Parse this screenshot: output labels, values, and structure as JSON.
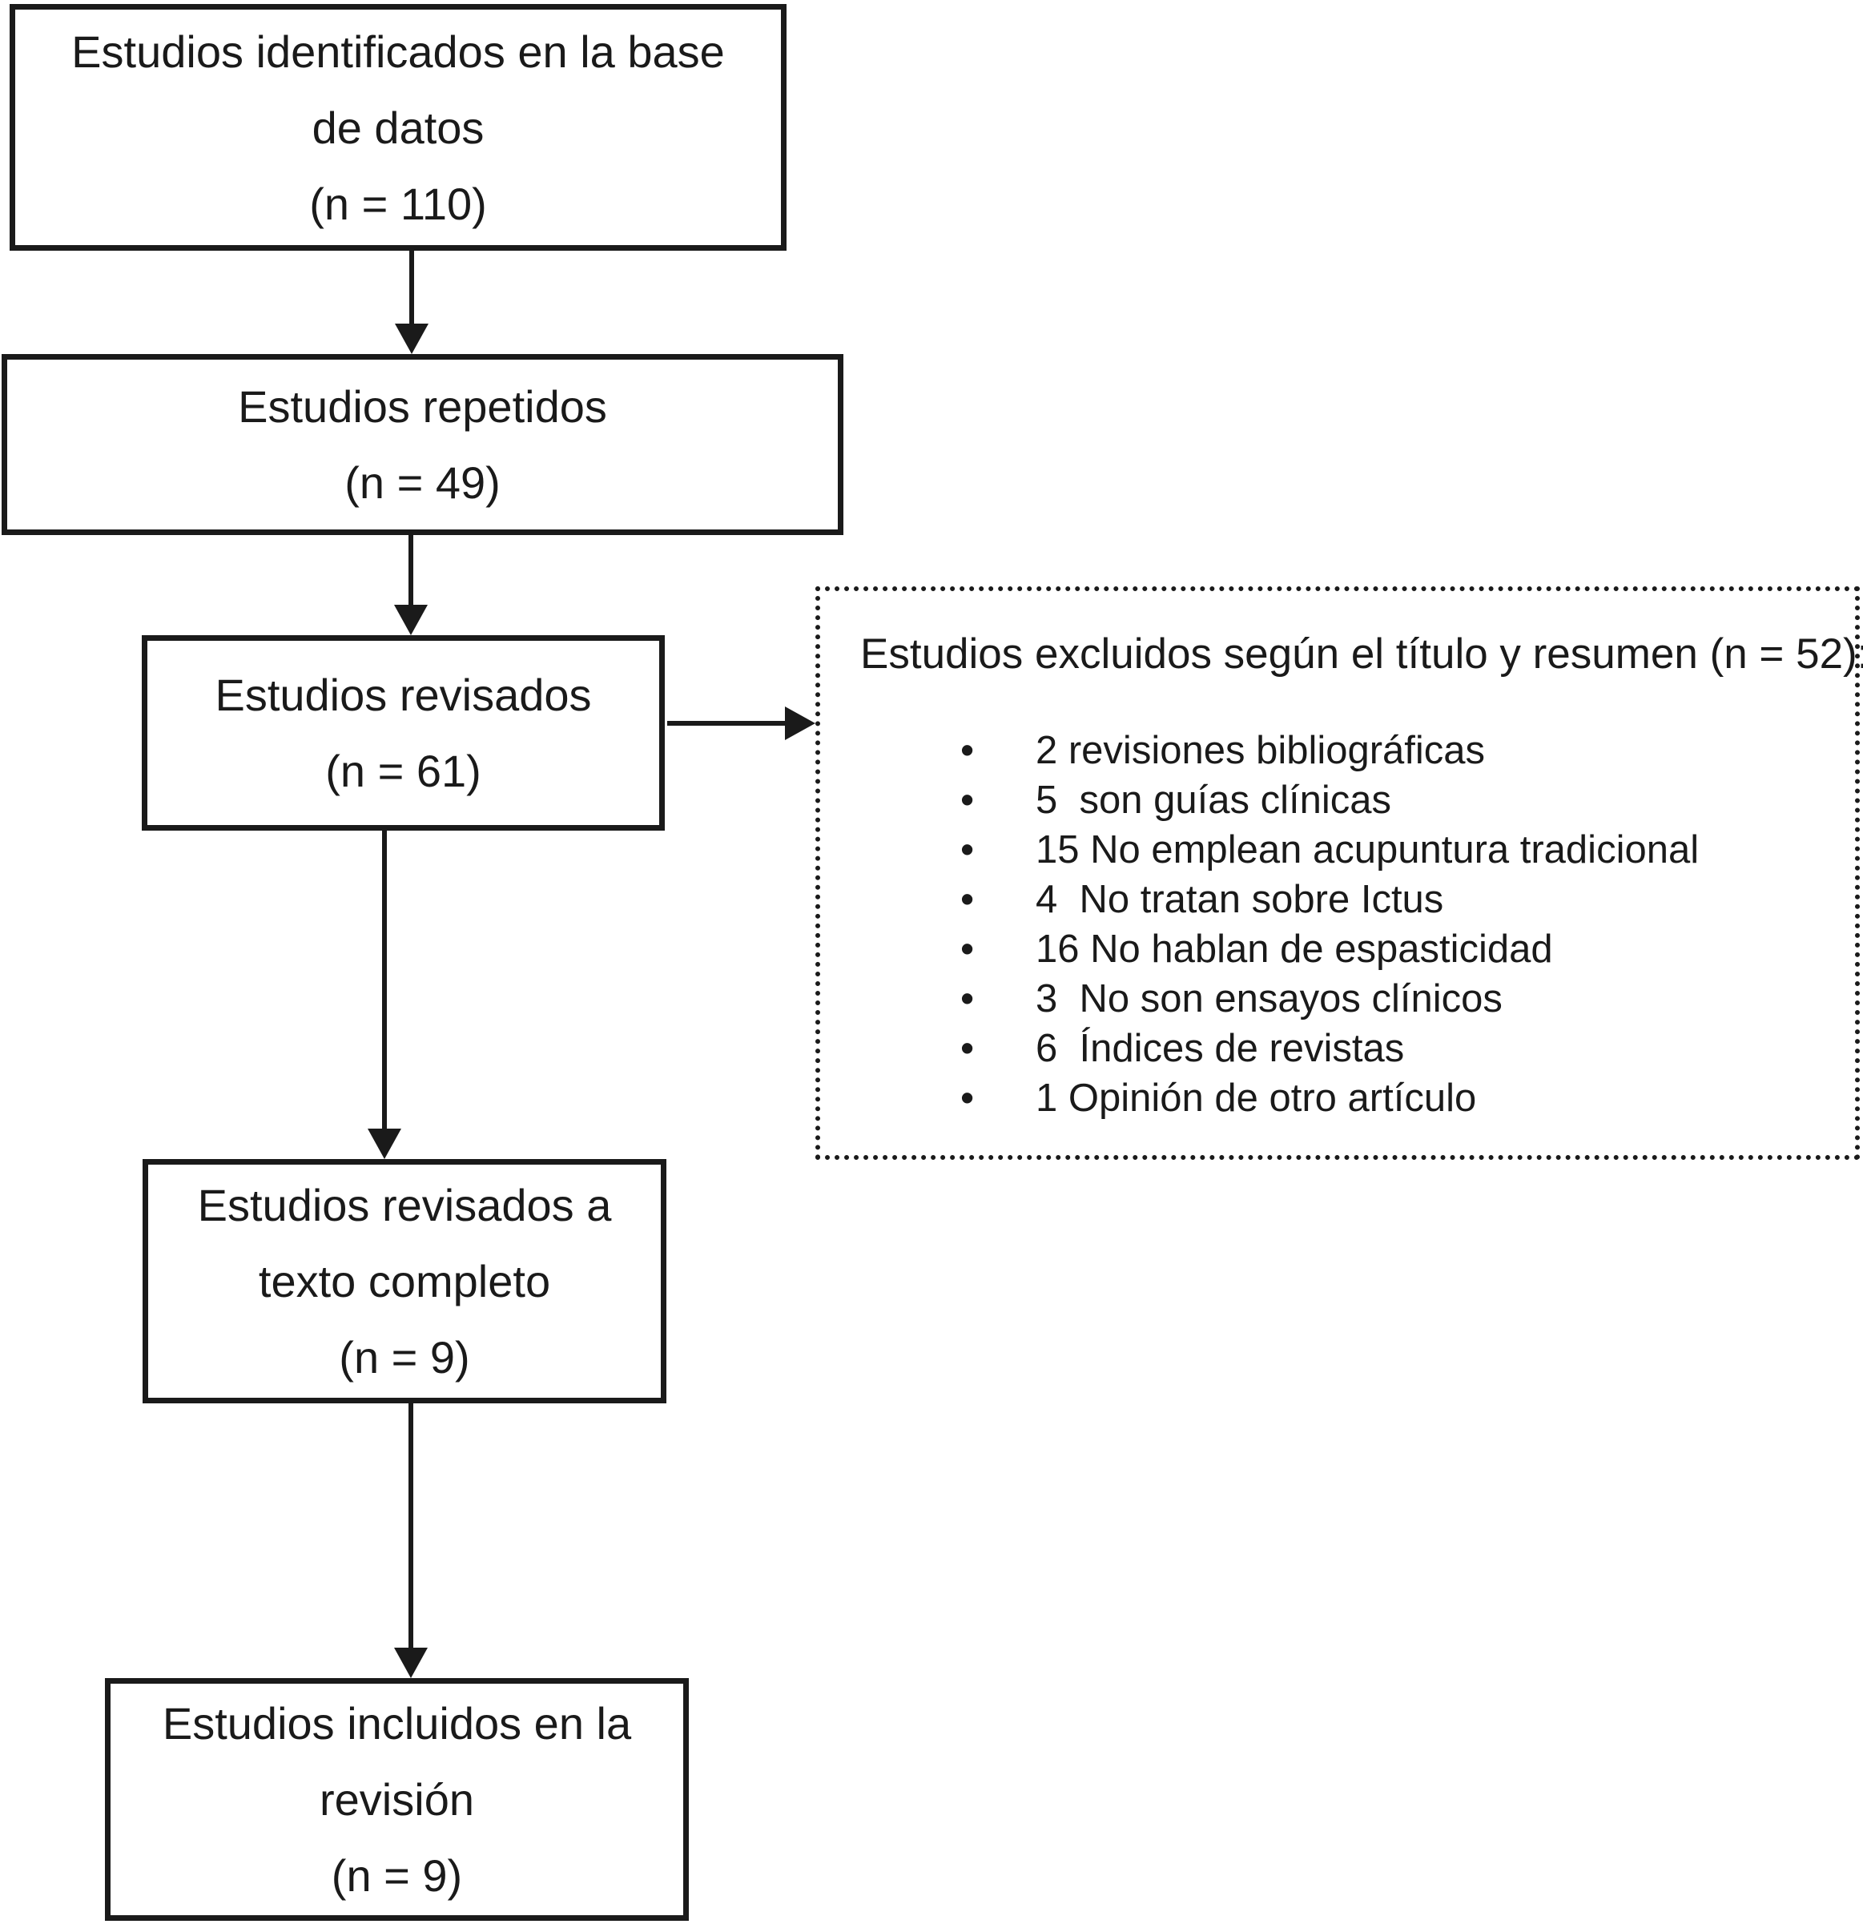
{
  "flowchart": {
    "colors": {
      "ink": "#1a1a1a",
      "background": "#ffffff"
    },
    "boxes": [
      {
        "id": "identified",
        "lines": [
          "Estudios identificados en la base",
          "de datos",
          "(n = 110)"
        ]
      },
      {
        "id": "repeated",
        "lines": [
          "Estudios repetidos",
          "(n = 49)"
        ]
      },
      {
        "id": "reviewed",
        "lines": [
          "Estudios revisados",
          "(n = 61)"
        ]
      },
      {
        "id": "fulltext",
        "lines": [
          "Estudios revisados a",
          "texto completo",
          "(n = 9)"
        ]
      },
      {
        "id": "included",
        "lines": [
          "Estudios incluidos en la",
          "revisión",
          "(n = 9)"
        ]
      }
    ],
    "exclusion_box": {
      "title": "Estudios excluidos según el título y resumen (n = 52):",
      "bullet_glyph": "•",
      "items": [
        "2 revisiones bibliográficas",
        "5  son guías clínicas",
        "15 No emplean acupuntura tradicional",
        "4  No tratan sobre Ictus",
        "16 No hablan de espasticidad",
        "3  No son ensayos clínicos",
        "6  Índices de revistas",
        "1 Opinión de otro artículo"
      ]
    }
  }
}
